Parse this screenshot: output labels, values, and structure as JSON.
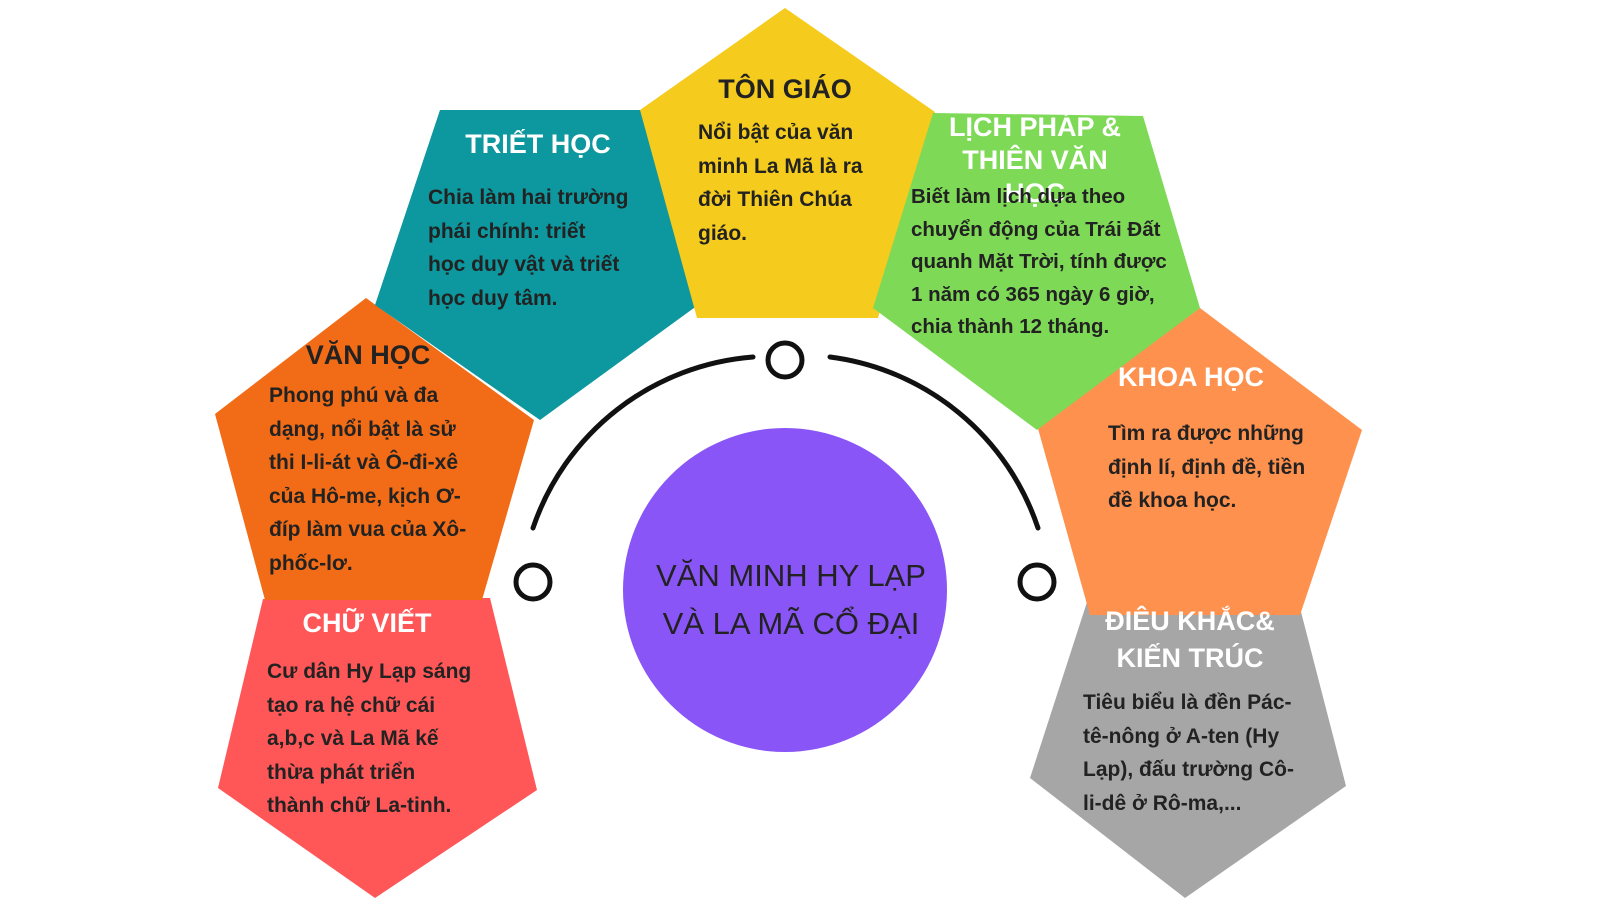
{
  "center": {
    "title": "VĂN MINH HY LẠP VÀ LA MÃ CỔ ĐẠI",
    "color": "#8a55f7"
  },
  "sections": {
    "religion": {
      "title": "TÔN GIÁO",
      "body": "Nổi bật của văn minh La Mã là ra đời Thiên Chúa giáo.",
      "color": "#f5cb1d"
    },
    "philosophy": {
      "title": "TRIẾT HỌC",
      "body": "Chia làm hai trường phái chính: triết học duy vật và triết học duy tâm.",
      "color": "#0d979e"
    },
    "calendar": {
      "title": "LỊCH PHÁP & THIÊN VĂN HỌC",
      "body": "Biết làm lịch dựa theo chuyển động của Trái Đất quanh Mặt Trời, tính được 1 năm có 365 ngày 6 giờ, chia thành 12 tháng.",
      "color": "#7ed957"
    },
    "literature": {
      "title": "VĂN HỌC",
      "body": "Phong phú và đa dạng, nổi bật là sử thi I-li-át và Ô-đi-xê của Hô-me, kịch Ơ-đíp làm vua của Xô-phốc-lơ.",
      "color": "#f26b16"
    },
    "science": {
      "title": "KHOA HỌC",
      "body": "Tìm ra được những định lí, định đề, tiền đề khoa học.",
      "color": "#fe914d"
    },
    "writing": {
      "title": "CHỮ VIẾT",
      "body": "Cư dân Hy Lạp sáng tạo ra hệ chữ cái a,b,c và La Mã kế thừa phát triển thành chữ La-tinh.",
      "color": "#ff5757"
    },
    "sculpture": {
      "title": "ĐIÊU KHẮC& KIẾN TRÚC",
      "body": "Tiêu biểu là đền Pác-tê-nông ở A-ten (Hy Lạp), đấu trường Cô-li-dê ở Rô-ma,...",
      "color": "#a6a6a6"
    }
  },
  "lines": {
    "philosophy_body": [
      "Chia làm hai trường",
      "phái chính: triết",
      "học duy vật và triết",
      "học duy tâm."
    ],
    "religion_body": [
      "Nổi bật của văn",
      "minh La Mã là ra",
      "đời Thiên Chúa",
      "giáo."
    ],
    "calendar_title": [
      "LỊCH PHÁP &",
      "THIÊN VĂN HỌC"
    ],
    "calendar_body": [
      "Biết làm lịch dựa theo",
      "chuyển động của Trái Đất",
      "quanh Mặt Trời, tính được",
      "1 năm có 365 ngày 6 giờ,",
      "chia thành 12 tháng."
    ],
    "literature_body": [
      "Phong phú và đa",
      "dạng, nổi bật là sử",
      "thi I-li-át và Ô-đi-xê",
      "của Hô-me, kịch Ơ-",
      "đíp làm vua của Xô-",
      "phốc-lơ."
    ],
    "science_body": [
      "Tìm ra được những",
      "định lí, định đề, tiền",
      "đề khoa học."
    ],
    "writing_body": [
      "Cư dân Hy Lạp sáng",
      "tạo ra hệ chữ cái",
      "a,b,c và La Mã kế",
      "thừa phát triển",
      "thành chữ La-tinh."
    ],
    "sculpture_title": [
      "ĐIÊU KHẮC&",
      "KIẾN TRÚC"
    ],
    "sculpture_body": [
      "Tiêu biểu là đền Pác-",
      "tê-nông ở A-ten (Hy",
      "Lạp), đấu trường Cô-",
      "li-dê ở Rô-ma,..."
    ],
    "center_title": [
      "VĂN MINH HY LẠP",
      "VÀ LA MÃ CỔ ĐẠI"
    ]
  },
  "arc_color": "#111111"
}
